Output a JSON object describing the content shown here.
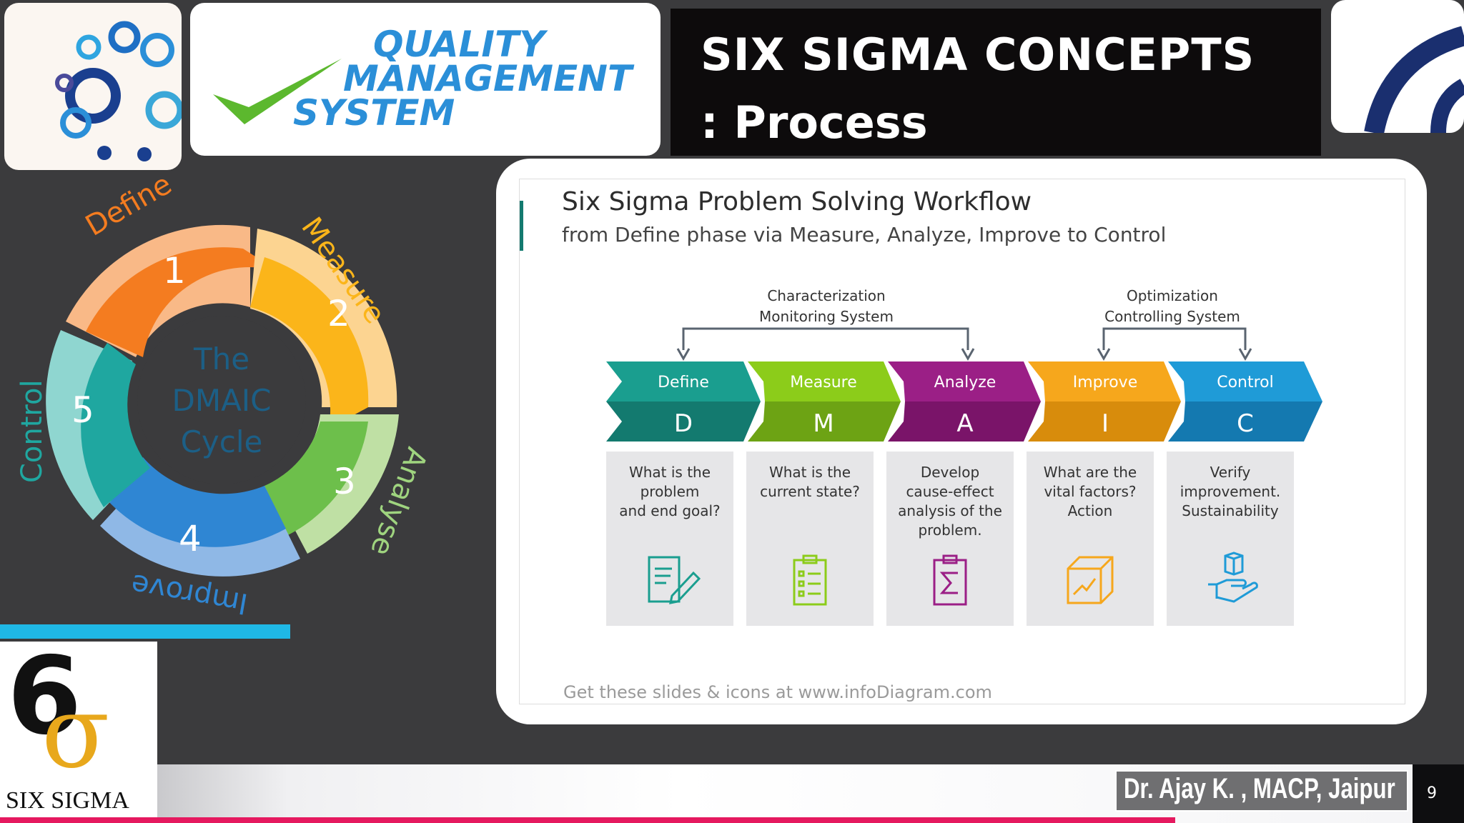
{
  "header": {
    "title_line1": "SIX SIGMA CONCEPTS",
    "title_line2": ": Process",
    "qms_line1": "QUALITY",
    "qms_line2": "MANAGEMENT",
    "qms_line3": "SYSTEM"
  },
  "dmaic": {
    "center_line1": "The",
    "center_line2": "DMAIC",
    "center_line3": "Cycle",
    "segments": [
      {
        "number": "1",
        "label": "Define",
        "color": "#f47c20"
      },
      {
        "number": "2",
        "label": "Measure",
        "color": "#fbb51a"
      },
      {
        "number": "3",
        "label": "Analyse",
        "color": "#6dbf4b"
      },
      {
        "number": "4",
        "label": "Improve",
        "color": "#2f86d3"
      },
      {
        "number": "5",
        "label": "Control",
        "color": "#1fa7a0"
      }
    ]
  },
  "workflow": {
    "title": "Six Sigma Problem Solving Workflow",
    "subtitle": "from Define phase via Measure, Analyze, Improve to Control",
    "group1_line1": "Characterization",
    "group1_line2": "Monitoring System",
    "group2_line1": "Optimization",
    "group2_line2": "Controlling System",
    "steps": [
      {
        "label": "Define",
        "letter": "D",
        "color": "#1a9e8f",
        "dark": "#137a6f",
        "text_lines": [
          "What is the",
          "problem",
          "and end goal?"
        ],
        "icon": "document-pencil-icon"
      },
      {
        "label": "Measure",
        "letter": "M",
        "color": "#8ccc1a",
        "dark": "#6da314",
        "text_lines": [
          "What is the",
          "current state?"
        ],
        "icon": "clipboard-checklist-icon"
      },
      {
        "label": "Analyze",
        "letter": "A",
        "color": "#9b1f86",
        "dark": "#7a1469",
        "text_lines": [
          "Develop",
          "cause-effect",
          "analysis of the",
          "problem."
        ],
        "icon": "clipboard-sigma-icon"
      },
      {
        "label": "Improve",
        "letter": "I",
        "color": "#f6a71c",
        "dark": "#d88c0c",
        "text_lines": [
          "What are the",
          "vital factors?",
          "Action"
        ],
        "icon": "box-growth-chart-icon"
      },
      {
        "label": "Control",
        "letter": "C",
        "color": "#1f9bd7",
        "dark": "#1479b0",
        "text_lines": [
          "Verify",
          "improvement.",
          "Sustainability"
        ],
        "icon": "hand-holding-box-icon"
      }
    ],
    "footer": "Get these slides & icons at www.infoDiagram.com"
  },
  "logo": {
    "text": "SIX SIGMA",
    "symbol_six": "6",
    "symbol_sigma": "σ"
  },
  "footer": {
    "author": "Dr. Ajay K. , MACP, Jaipur",
    "page_number": "9"
  }
}
